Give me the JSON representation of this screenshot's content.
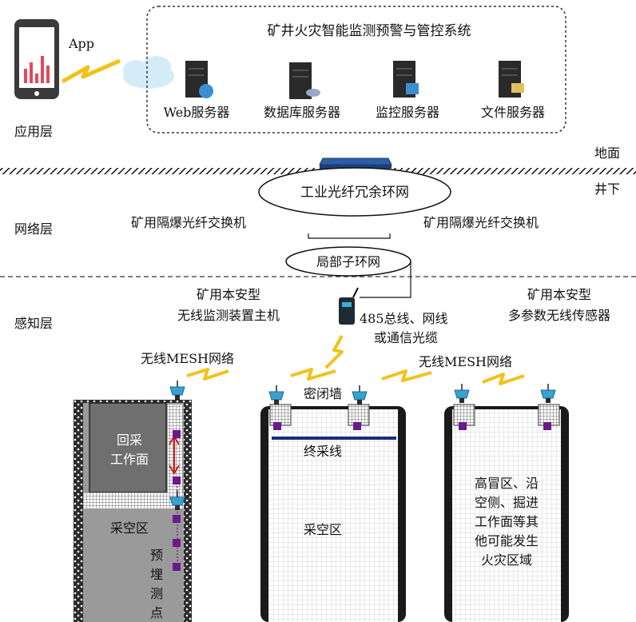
{
  "system_title": "矿井火灾智能监测预警与管控系统",
  "servers": [
    {
      "label": "Web服务器",
      "icon": "web-server-icon"
    },
    {
      "label": "数据库服务器",
      "icon": "database-server-icon"
    },
    {
      "label": "监控服务器",
      "icon": "monitor-server-icon"
    },
    {
      "label": "文件服务器",
      "icon": "file-server-icon"
    }
  ],
  "app_label": "App",
  "layers": {
    "application": "应用层",
    "network": "网络层",
    "perception": "感知层"
  },
  "ground_labels": {
    "above": "地面",
    "below": "井下"
  },
  "ring_network": "工业光纤冗余环网",
  "sub_ring": "局部子环网",
  "switch_left": "矿用隔爆光纤交换机",
  "switch_right": "矿用隔爆光纤交换机",
  "host_device": [
    "矿用本安型",
    "无线监测装置主机"
  ],
  "bus_label": [
    "485总线、网线",
    "或通信光缆"
  ],
  "sensor_label": [
    "矿用本安型",
    "多参数无线传感器"
  ],
  "mesh_left": "无线MESH网络",
  "mesh_right": "无线MESH网络",
  "panel_left": {
    "workface": [
      "回采",
      "工作面"
    ],
    "goaf": "采空区",
    "points": [
      "预",
      "埋",
      "测",
      "点"
    ]
  },
  "panel_middle": {
    "seal": "密闭墙",
    "end_line": "终采线",
    "goaf": "采空区"
  },
  "panel_right": {
    "zones": [
      "高冒区、沿",
      "空侧、掘进",
      "工作面等其",
      "他可能发生",
      "火灾区域"
    ]
  },
  "colors": {
    "accent_blue": "#1e90c8",
    "sensor_purple": "#6a1a8a",
    "airflow_red": "#c81e1e",
    "lightning_yellow": "#f2c21a",
    "switch_blue": "#2d5fa8"
  }
}
